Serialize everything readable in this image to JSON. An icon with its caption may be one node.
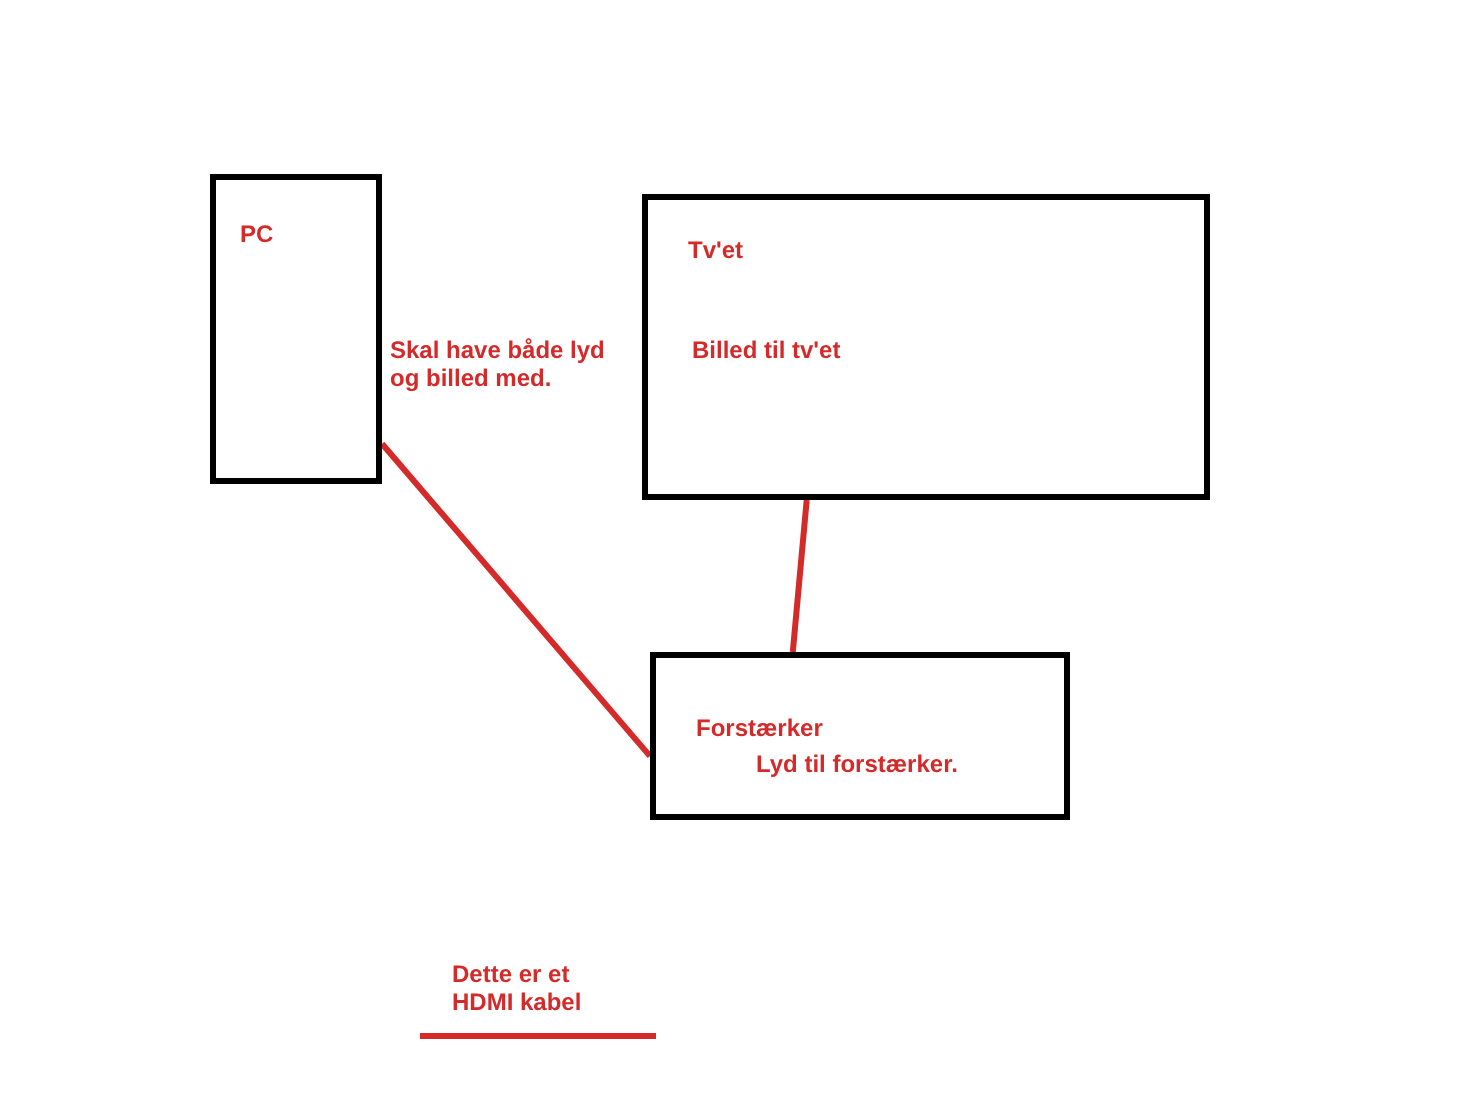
{
  "diagram": {
    "nodes": [
      {
        "text": [
          "PC"
        ],
        "beside": [
          "Skal have både lyd og billed med."
        ]
      },
      {
        "text": [
          "Tv'et",
          "Billed til tv'et"
        ]
      },
      {
        "text": [
          "Forstærker",
          "Lyd til forstærker."
        ]
      }
    ],
    "edges": [
      {
        "from": 0,
        "to": 2,
        "arrow": "none"
      },
      {
        "from": 1,
        "to": 2,
        "arrow": "none"
      }
    ],
    "legend": [
      {
        "text": "Dette er et HDMI kabel"
      }
    ]
  }
}
